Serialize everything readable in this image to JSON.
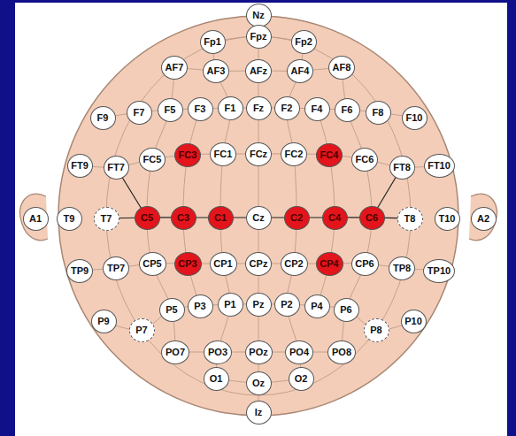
{
  "diagram": {
    "nodes": [
      {
        "text": [
          "Nz"
        ]
      },
      {
        "text": [
          "Fp1"
        ]
      },
      {
        "text": [
          "Fpz"
        ]
      },
      {
        "text": [
          "Fp2"
        ]
      },
      {
        "text": [
          "AF7"
        ]
      },
      {
        "text": [
          "AF3"
        ]
      },
      {
        "text": [
          "AFz"
        ]
      },
      {
        "text": [
          "AF4"
        ]
      },
      {
        "text": [
          "AF8"
        ]
      },
      {
        "text": [
          "F9"
        ]
      },
      {
        "text": [
          "F7"
        ]
      },
      {
        "text": [
          "F5"
        ]
      },
      {
        "text": [
          "F3"
        ]
      },
      {
        "text": [
          "F1"
        ]
      },
      {
        "text": [
          "Fz"
        ]
      },
      {
        "text": [
          "F2"
        ]
      },
      {
        "text": [
          "F4"
        ]
      },
      {
        "text": [
          "F6"
        ]
      },
      {
        "text": [
          "F8"
        ]
      },
      {
        "text": [
          "F10"
        ]
      },
      {
        "text": [
          "FT9"
        ]
      },
      {
        "text": [
          "FT7"
        ]
      },
      {
        "text": [
          "FC5"
        ]
      },
      {
        "text": [
          "FC3"
        ]
      },
      {
        "text": [
          "FC1"
        ]
      },
      {
        "text": [
          "FCz"
        ]
      },
      {
        "text": [
          "FC2"
        ]
      },
      {
        "text": [
          "FC4"
        ]
      },
      {
        "text": [
          "FC6"
        ]
      },
      {
        "text": [
          "FT8"
        ]
      },
      {
        "text": [
          "FT10"
        ]
      },
      {
        "text": [
          "A1"
        ]
      },
      {
        "text": [
          "T9"
        ]
      },
      {
        "text": [
          "T7"
        ]
      },
      {
        "text": [
          "C5"
        ]
      },
      {
        "text": [
          "C3"
        ]
      },
      {
        "text": [
          "C1"
        ]
      },
      {
        "text": [
          "Cz"
        ]
      },
      {
        "text": [
          "C2"
        ]
      },
      {
        "text": [
          "C4"
        ]
      },
      {
        "text": [
          "C6"
        ]
      },
      {
        "text": [
          "T8"
        ]
      },
      {
        "text": [
          "T10"
        ]
      },
      {
        "text": [
          "A2"
        ]
      },
      {
        "text": [
          "TP9"
        ]
      },
      {
        "text": [
          "TP7"
        ]
      },
      {
        "text": [
          "CP5"
        ]
      },
      {
        "text": [
          "CP3"
        ]
      },
      {
        "text": [
          "CP1"
        ]
      },
      {
        "text": [
          "CPz"
        ]
      },
      {
        "text": [
          "CP2"
        ]
      },
      {
        "text": [
          "CP4"
        ]
      },
      {
        "text": [
          "CP6"
        ]
      },
      {
        "text": [
          "TP8"
        ]
      },
      {
        "text": [
          "TP10"
        ]
      },
      {
        "text": [
          "P9"
        ]
      },
      {
        "text": [
          "P7"
        ]
      },
      {
        "text": [
          "P5"
        ]
      },
      {
        "text": [
          "P3"
        ]
      },
      {
        "text": [
          "P1"
        ]
      },
      {
        "text": [
          "Pz"
        ]
      },
      {
        "text": [
          "P2"
        ]
      },
      {
        "text": [
          "P4"
        ]
      },
      {
        "text": [
          "P6"
        ]
      },
      {
        "text": [
          "P8"
        ]
      },
      {
        "text": [
          "P10"
        ]
      },
      {
        "text": [
          "PO7"
        ]
      },
      {
        "text": [
          "PO3"
        ]
      },
      {
        "text": [
          "POz"
        ]
      },
      {
        "text": [
          "PO4"
        ]
      },
      {
        "text": [
          "PO8"
        ]
      },
      {
        "text": [
          "O1"
        ]
      },
      {
        "text": [
          "Oz"
        ]
      },
      {
        "text": [
          "O2"
        ]
      },
      {
        "text": [
          "Iz"
        ]
      }
    ]
  }
}
